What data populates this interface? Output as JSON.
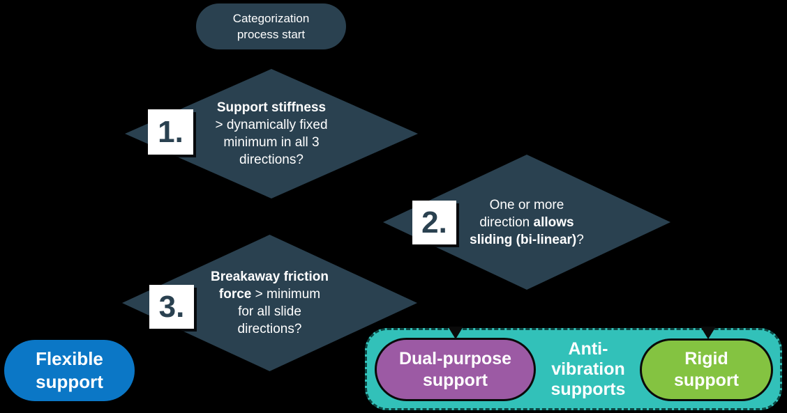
{
  "flowchart": {
    "start": {
      "line1": "Categorization",
      "line2": "process start"
    },
    "decision1": {
      "number": "1.",
      "line1_bold": "Support stiffness",
      "line2": "> dynamically fixed",
      "line3": "minimum in all 3",
      "line4": "directions?"
    },
    "decision2": {
      "number": "2.",
      "line1": "One or more",
      "line2_regular": "direction ",
      "line2_bold": "allows",
      "line3_bold": "sliding (bi-linear)",
      "line3_regular": "?"
    },
    "decision3": {
      "number": "3.",
      "line1_bold": "Breakaway friction",
      "line2_bold": "force",
      "line2_regular": " > minimum",
      "line3": "for all slide",
      "line4": "directions?"
    },
    "outcomes": {
      "flexible": {
        "line1": "Flexible",
        "line2": "support"
      },
      "dual_purpose": {
        "line1": "Dual-purpose",
        "line2": "support"
      },
      "rigid": {
        "line1": "Rigid",
        "line2": "support"
      },
      "anti_vibration_group": {
        "line1": "Anti-",
        "line2": "vibration",
        "line3": "supports"
      }
    },
    "icons": {
      "connector_arrowhead": "arrow-down"
    }
  },
  "colors": {
    "bg": "#000000",
    "slate": "#2A4150",
    "white": "#FFFFFF",
    "blue": "#0B77C6",
    "teal": "#32C1B9",
    "purple": "#9C5AA4",
    "green": "#84C341",
    "outline": "#0A0A0A",
    "dash": "#0C4743"
  }
}
